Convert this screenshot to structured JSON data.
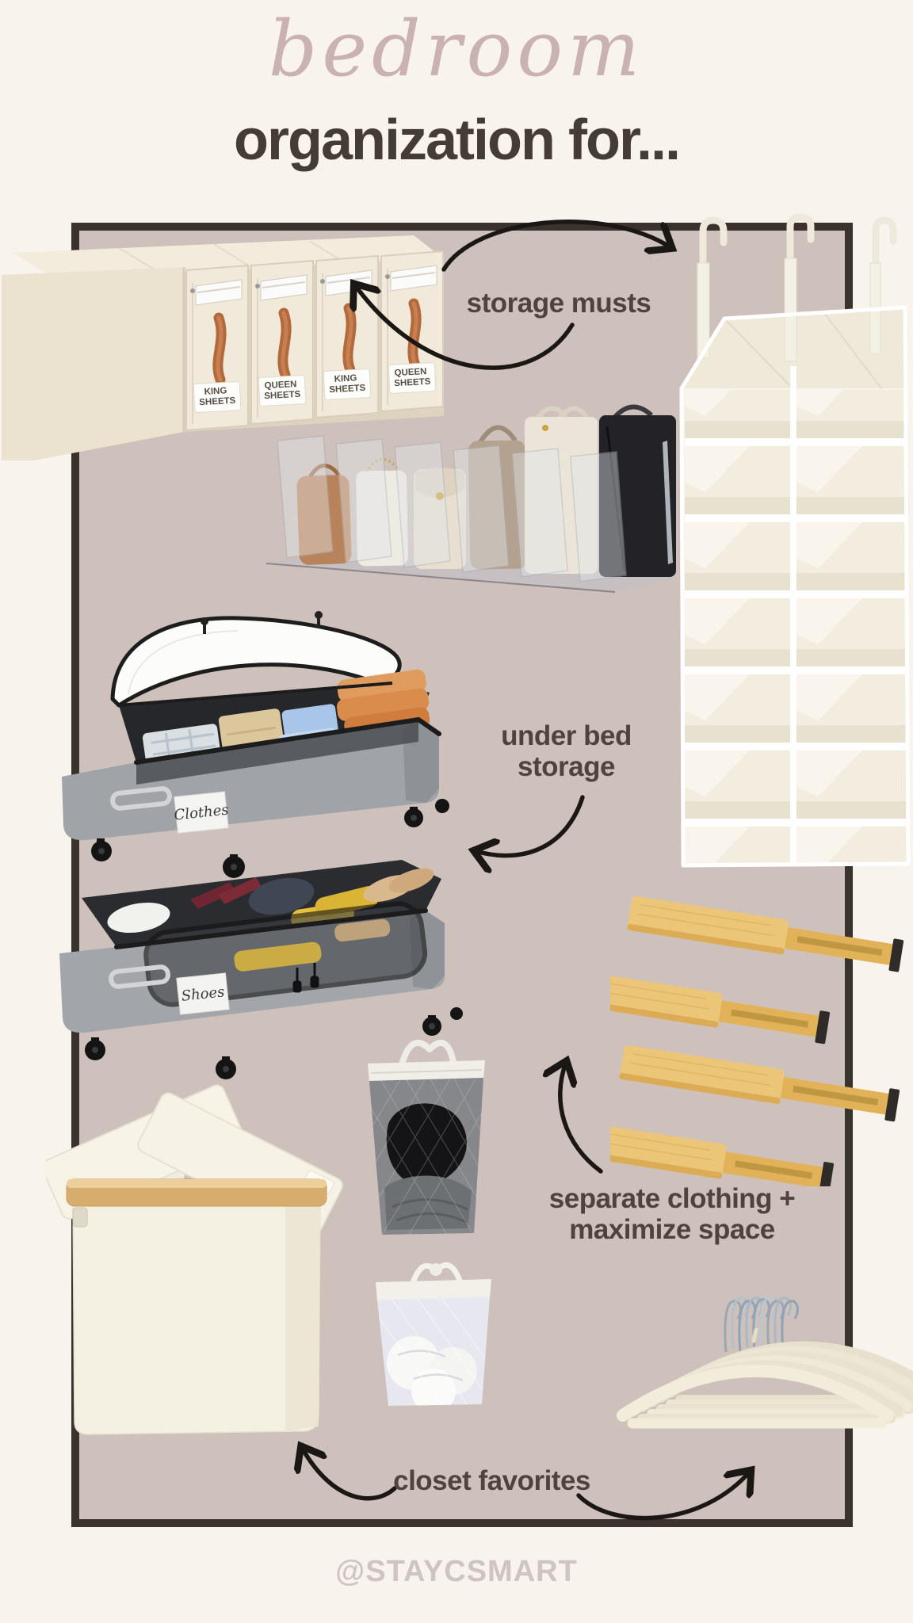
{
  "page": {
    "outer_bg": "#f8f3ed",
    "board_bg": "#cec0ba",
    "board_border": "#3a322d"
  },
  "header": {
    "script_title": "bedroom",
    "main_title": "organization for...",
    "script_color": "#c9b2b1",
    "main_color": "#463c36"
  },
  "annotations": {
    "storage_musts": "storage musts",
    "under_bed_line1": "under bed",
    "under_bed_line2": "storage",
    "separate_line1": "separate clothing +",
    "separate_line2": "maximize space",
    "closet_favorites": "closet favorites",
    "text_color": "#4f443d",
    "arrow_color": "#1a1715"
  },
  "products": {
    "sheet_boxes": {
      "labels": [
        {
          "line1": "KING",
          "line2": "SHEETS"
        },
        {
          "line1": "QUEEN",
          "line2": "SHEETS"
        },
        {
          "line1": "KING",
          "line2": "SHEETS"
        },
        {
          "line1": "QUEEN",
          "line2": "SHEETS"
        }
      ]
    },
    "underbed_clothes": {
      "label": "Clothes"
    },
    "underbed_shoes": {
      "label": "Shoes"
    }
  },
  "footer": {
    "handle": "@STAYCSMART",
    "color": "#cfc4c2"
  }
}
